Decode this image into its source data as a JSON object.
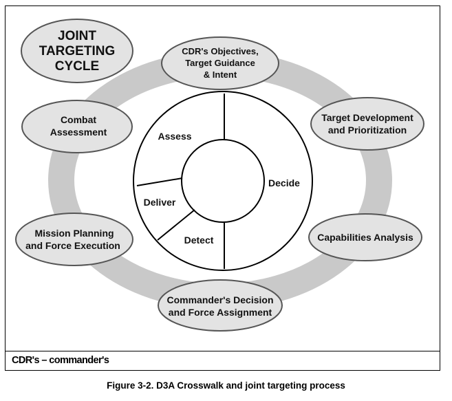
{
  "diagram": {
    "title_lines": [
      "JOINT",
      "TARGETING",
      "CYCLE"
    ],
    "cycle_nodes": [
      {
        "id": "objectives",
        "lines": [
          "CDR's Objectives,",
          "Target Guidance",
          "& Intent"
        ]
      },
      {
        "id": "target-development",
        "lines": [
          "Target Development",
          "and Prioritization"
        ]
      },
      {
        "id": "capabilities",
        "lines": [
          "Capabilities Analysis"
        ]
      },
      {
        "id": "decision",
        "lines": [
          "Commander's Decision",
          "and Force Assignment"
        ]
      },
      {
        "id": "mission-planning",
        "lines": [
          "Mission Planning",
          "and Force Execution"
        ]
      },
      {
        "id": "assessment",
        "lines": [
          "Combat",
          "Assessment"
        ]
      }
    ],
    "d3a_segments": {
      "assess": "Assess",
      "decide": "Decide",
      "deliver": "Deliver",
      "detect": "Detect"
    }
  },
  "abbreviation_note": "CDR's – commander's",
  "caption": "Figure 3-2. D3A Crosswalk and joint targeting process",
  "colors": {
    "ring": "#c9c9c9",
    "node_fill": "#e3e3e3",
    "node_stroke": "#555555",
    "line": "#000000"
  }
}
